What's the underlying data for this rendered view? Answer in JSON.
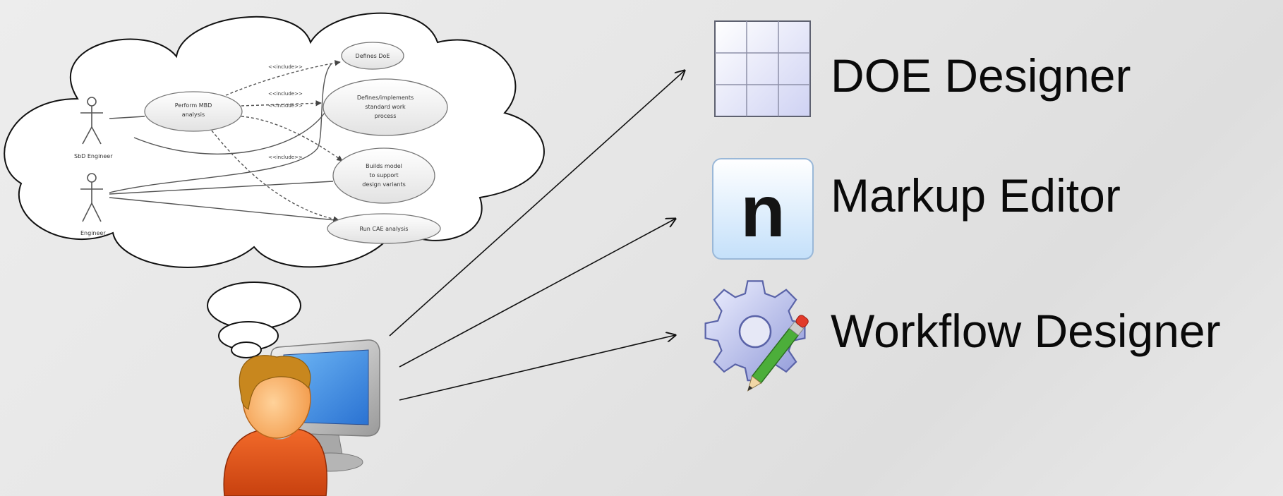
{
  "use_case_diagram": {
    "actors": [
      {
        "label": "SbD Engineer"
      },
      {
        "label": "Engineer"
      }
    ],
    "use_cases": [
      {
        "lines": [
          "Perform MBD",
          "analysis"
        ]
      },
      {
        "lines": [
          "Defines DoE"
        ]
      },
      {
        "lines": [
          "Defines/implements",
          "standard work",
          "process"
        ]
      },
      {
        "lines": [
          "Builds model",
          "to support",
          "design variants"
        ]
      },
      {
        "lines": [
          "Run CAE analysis"
        ]
      }
    ],
    "relations": [
      "<<include>>",
      "<<include>>",
      "<<include>>",
      "<<include>>"
    ]
  },
  "tools": [
    {
      "label": "DOE Designer",
      "icon": "grid-table-icon",
      "icon_color": "#d9dcf6"
    },
    {
      "label": "Markup Editor",
      "icon": "n-letter-icon",
      "icon_color": "#cfe6fb"
    },
    {
      "label": "Workflow Designer",
      "icon": "gear-pencil-icon",
      "icon_color": "#aab2e6"
    }
  ],
  "person": {
    "shirt_color": "#e2531d",
    "skin_color": "#f7a95e",
    "hair_color": "#c7851a",
    "screen_color": "#3d8ee6"
  }
}
